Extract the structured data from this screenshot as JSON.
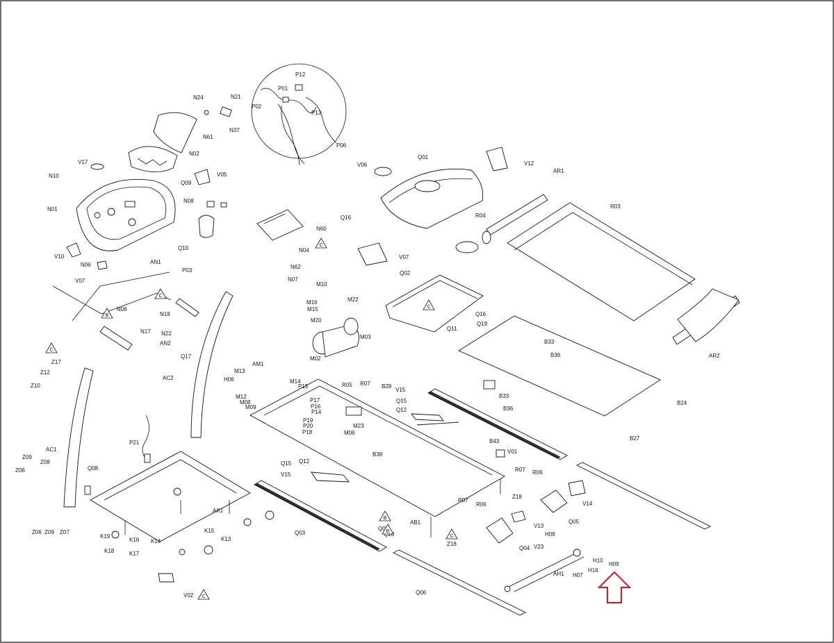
{
  "colors": {
    "ink": "#111111",
    "accent": "#e0141e",
    "background": "#ffffff"
  },
  "labels": [
    {
      "id": "N24",
      "text": "N24"
    },
    {
      "id": "N21",
      "text": "N21"
    },
    {
      "id": "N37",
      "text": "N37"
    },
    {
      "id": "N61",
      "text": "N61"
    },
    {
      "id": "P12",
      "text": "P12"
    },
    {
      "id": "P01",
      "text": "P01"
    },
    {
      "id": "P02",
      "text": "P02"
    },
    {
      "id": "P13",
      "text": "P13"
    },
    {
      "id": "P06",
      "text": "P06"
    },
    {
      "id": "N02",
      "text": "N02"
    },
    {
      "id": "V17",
      "text": "V17"
    },
    {
      "id": "N10",
      "text": "N10"
    },
    {
      "id": "Q09",
      "text": "Q09"
    },
    {
      "id": "N01",
      "text": "N01"
    },
    {
      "id": "V05",
      "text": "V05"
    },
    {
      "id": "N08",
      "text": "N08"
    },
    {
      "id": "V06",
      "text": "V06"
    },
    {
      "id": "Q01",
      "text": "Q01"
    },
    {
      "id": "V12",
      "text": "V12"
    },
    {
      "id": "AR1",
      "text": "AR1"
    },
    {
      "id": "R03",
      "text": "R03"
    },
    {
      "id": "Q16a",
      "text": "Q16"
    },
    {
      "id": "R04",
      "text": "R04"
    },
    {
      "id": "N60",
      "text": "N60"
    },
    {
      "id": "Q10",
      "text": "Q10"
    },
    {
      "id": "V10",
      "text": "V10"
    },
    {
      "id": "N06a",
      "text": "N06"
    },
    {
      "id": "N04",
      "text": "N04"
    },
    {
      "id": "N62",
      "text": "N62"
    },
    {
      "id": "N07",
      "text": "N07"
    },
    {
      "id": "V07a",
      "text": "V07"
    },
    {
      "id": "V07b",
      "text": "V07"
    },
    {
      "id": "AN1",
      "text": "AN1"
    },
    {
      "id": "P03",
      "text": "P03"
    },
    {
      "id": "Q02",
      "text": "Q02"
    },
    {
      "id": "M10",
      "text": "M10"
    },
    {
      "id": "M16",
      "text": "M16"
    },
    {
      "id": "M15",
      "text": "M15"
    },
    {
      "id": "M22",
      "text": "M22"
    },
    {
      "id": "M20",
      "text": "M20"
    },
    {
      "id": "M03",
      "text": "M03"
    },
    {
      "id": "M02",
      "text": "M02"
    },
    {
      "id": "N06b",
      "text": "N06"
    },
    {
      "id": "N18",
      "text": "N18"
    },
    {
      "id": "N17",
      "text": "N17"
    },
    {
      "id": "N22",
      "text": "N22"
    },
    {
      "id": "AN2",
      "text": "AN2"
    },
    {
      "id": "Q17",
      "text": "Q17"
    },
    {
      "id": "Q16b",
      "text": "Q16"
    },
    {
      "id": "Q11",
      "text": "Q11"
    },
    {
      "id": "Q19",
      "text": "Q19"
    },
    {
      "id": "B33a",
      "text": "B33"
    },
    {
      "id": "B36a",
      "text": "B36"
    },
    {
      "id": "AR2",
      "text": "AR2"
    },
    {
      "id": "Z17",
      "text": "Z17"
    },
    {
      "id": "Z12",
      "text": "Z12"
    },
    {
      "id": "Z10",
      "text": "Z10"
    },
    {
      "id": "AC2",
      "text": "AC2"
    },
    {
      "id": "AM1",
      "text": "AM1"
    },
    {
      "id": "H06",
      "text": "H06"
    },
    {
      "id": "M13",
      "text": "M13"
    },
    {
      "id": "M12",
      "text": "M12"
    },
    {
      "id": "M08",
      "text": "M08"
    },
    {
      "id": "M09",
      "text": "M09"
    },
    {
      "id": "M14",
      "text": "M14"
    },
    {
      "id": "P15",
      "text": "P15"
    },
    {
      "id": "P17",
      "text": "P17"
    },
    {
      "id": "P16",
      "text": "P16"
    },
    {
      "id": "P14",
      "text": "P14"
    },
    {
      "id": "P19",
      "text": "P19"
    },
    {
      "id": "P20",
      "text": "P20"
    },
    {
      "id": "P18",
      "text": "P18"
    },
    {
      "id": "R05",
      "text": "R05"
    },
    {
      "id": "R07a",
      "text": "R07"
    },
    {
      "id": "B28",
      "text": "B28"
    },
    {
      "id": "M23",
      "text": "M23"
    },
    {
      "id": "M06",
      "text": "M06"
    },
    {
      "id": "V15a",
      "text": "V15"
    },
    {
      "id": "Q15a",
      "text": "Q15"
    },
    {
      "id": "Q12a",
      "text": "Q12"
    },
    {
      "id": "B33b",
      "text": "B33"
    },
    {
      "id": "B36b",
      "text": "B36"
    },
    {
      "id": "B24",
      "text": "B24"
    },
    {
      "id": "B27",
      "text": "B27"
    },
    {
      "id": "B43",
      "text": "B43"
    },
    {
      "id": "B38",
      "text": "B38"
    },
    {
      "id": "V01",
      "text": "V01"
    },
    {
      "id": "AC1",
      "text": "AC1"
    },
    {
      "id": "P21",
      "text": "P21"
    },
    {
      "id": "Z09a",
      "text": "Z09"
    },
    {
      "id": "Z08",
      "text": "Z08"
    },
    {
      "id": "Z06a",
      "text": "Z06"
    },
    {
      "id": "Q08",
      "text": "Q08"
    },
    {
      "id": "Q15b",
      "text": "Q15"
    },
    {
      "id": "Q12b",
      "text": "Q12"
    },
    {
      "id": "V15b",
      "text": "V15"
    },
    {
      "id": "R07b",
      "text": "R07"
    },
    {
      "id": "R06a",
      "text": "R06"
    },
    {
      "id": "Z18a",
      "text": "Z18"
    },
    {
      "id": "V14",
      "text": "V14"
    },
    {
      "id": "AK1",
      "text": "AK1"
    },
    {
      "id": "AB1",
      "text": "AB1"
    },
    {
      "id": "R07c",
      "text": "R07"
    },
    {
      "id": "R06b",
      "text": "R06"
    },
    {
      "id": "Q05",
      "text": "Q05"
    },
    {
      "id": "V13",
      "text": "V13"
    },
    {
      "id": "Z06b",
      "text": "Z06"
    },
    {
      "id": "Z09b",
      "text": "Z09"
    },
    {
      "id": "Z07",
      "text": "Z07"
    },
    {
      "id": "K19",
      "text": "K19"
    },
    {
      "id": "K16",
      "text": "K16"
    },
    {
      "id": "K15",
      "text": "K15"
    },
    {
      "id": "K18",
      "text": "K18"
    },
    {
      "id": "K17",
      "text": "K17"
    },
    {
      "id": "K14",
      "text": "K14"
    },
    {
      "id": "K13",
      "text": "K13"
    },
    {
      "id": "Q03",
      "text": "Q03"
    },
    {
      "id": "Q07",
      "text": "Q07"
    },
    {
      "id": "Q20",
      "text": "Q20"
    },
    {
      "id": "Z18b",
      "text": "Z18"
    },
    {
      "id": "Q04",
      "text": "Q04"
    },
    {
      "id": "H08",
      "text": "H08"
    },
    {
      "id": "V23",
      "text": "V23"
    },
    {
      "id": "H10",
      "text": "H10"
    },
    {
      "id": "H09",
      "text": "H09"
    },
    {
      "id": "H16",
      "text": "H16"
    },
    {
      "id": "H07",
      "text": "H07"
    },
    {
      "id": "AH1",
      "text": "AH1"
    },
    {
      "id": "Q06",
      "text": "Q06"
    },
    {
      "id": "V02",
      "text": "V02"
    }
  ],
  "badges": [
    {
      "id": "c1",
      "text": "C"
    },
    {
      "id": "c2",
      "text": "C"
    },
    {
      "id": "c3",
      "text": "C"
    },
    {
      "id": "c4",
      "text": "C"
    },
    {
      "id": "c5",
      "text": "C"
    },
    {
      "id": "c6",
      "text": "C"
    },
    {
      "id": "b1",
      "text": "B"
    },
    {
      "id": "b2",
      "text": "B"
    },
    {
      "id": "b3",
      "text": "B"
    }
  ]
}
